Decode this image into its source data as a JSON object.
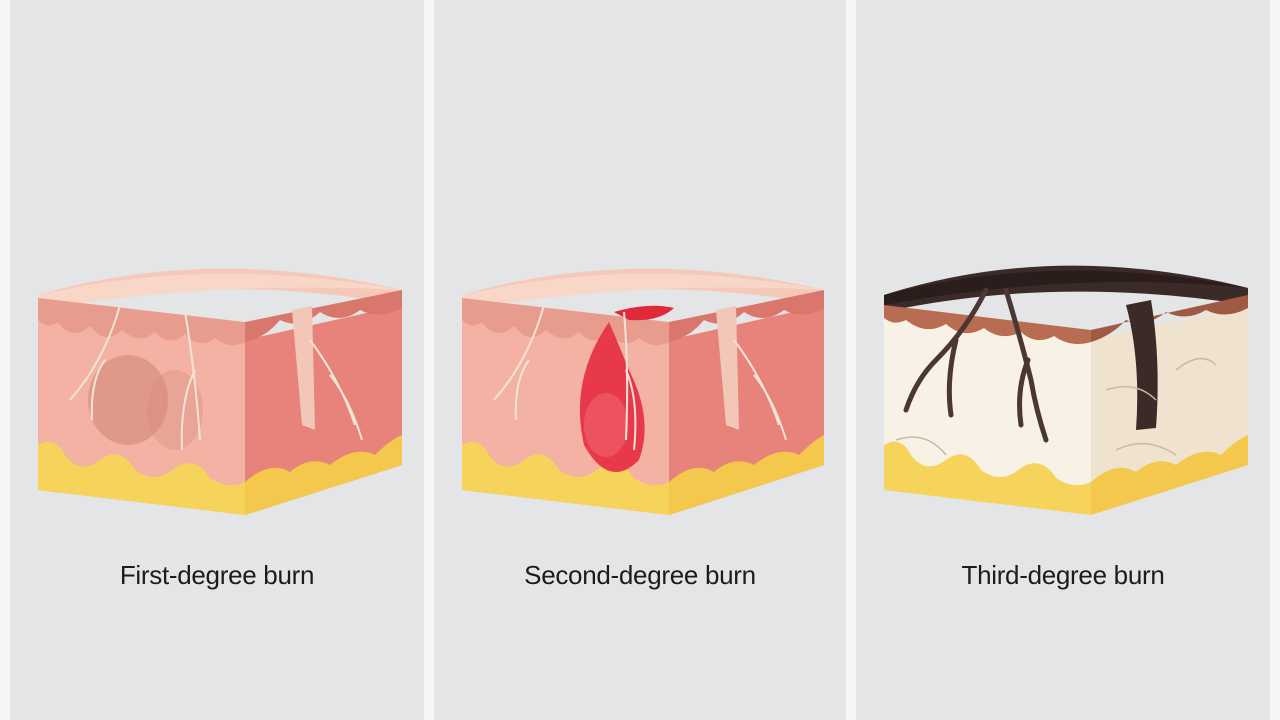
{
  "panels": [
    {
      "caption": "First-degree burn"
    },
    {
      "caption": "Second-degree burn"
    },
    {
      "caption": "Third-degree burn"
    }
  ],
  "colors": {
    "background": "#e4e5e6",
    "epidermis": "#f2b9a8",
    "dermis": "#e8837a",
    "fat": "#f6d35b",
    "blister": "#e0293b",
    "char": "#3a2a28",
    "necrotic": "#f8f2e6"
  }
}
